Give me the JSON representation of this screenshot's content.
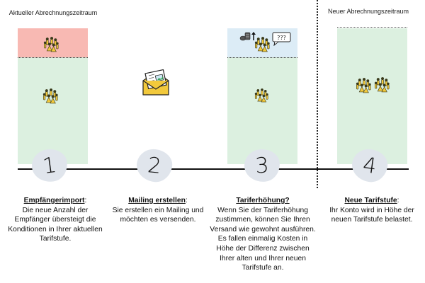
{
  "labels": {
    "current_period": "Aktueller Abrechnungszeitraum",
    "new_period": "Neuer Abrechnungszeitraum"
  },
  "colors": {
    "exceeded": "#f8b9b3",
    "included": "#dcf0e0",
    "pending": "#dcecf6",
    "step_badge": "#e0e5ec",
    "icon_yellow": "#f2c93c"
  },
  "steps": [
    {
      "number": "1",
      "title": "Empfängerimport",
      "title_suffix": ":",
      "text": "Die neue Anzahl der Empfänger übersteigt die Konditionen in Ihrer aktuellen Tarifstufe.",
      "icons": [
        "people-group-icon",
        "people-group-icon"
      ]
    },
    {
      "number": "2",
      "title": "Mailing erstellen",
      "title_suffix": ":",
      "text": "Sie erstellen ein Mailing und möchten es versenden.",
      "icons": [
        "envelope-mail-icon"
      ]
    },
    {
      "number": "3",
      "title": "Tariferhöhung?",
      "title_suffix": "",
      "text": "Wenn Sie der Tariferhöhung zustimmen, können Sie Ihren Versand wie gewohnt ausführen. Es fallen einmalig Kosten in Höhe der Differenz zwischen Ihrer alten und Ihrer neuen Tarifstufe an.",
      "icons": [
        "coins-up-icon",
        "people-group-icon",
        "question-bubble-icon",
        "people-group-icon"
      ],
      "bubble_text": "???"
    },
    {
      "number": "4",
      "title": "Neue Tarifstufe",
      "title_suffix": ":",
      "text": "Ihr Konto wird in Höhe der neuen Tarifstufe belastet.",
      "icons": [
        "people-group-icon",
        "people-group-icon"
      ]
    }
  ]
}
